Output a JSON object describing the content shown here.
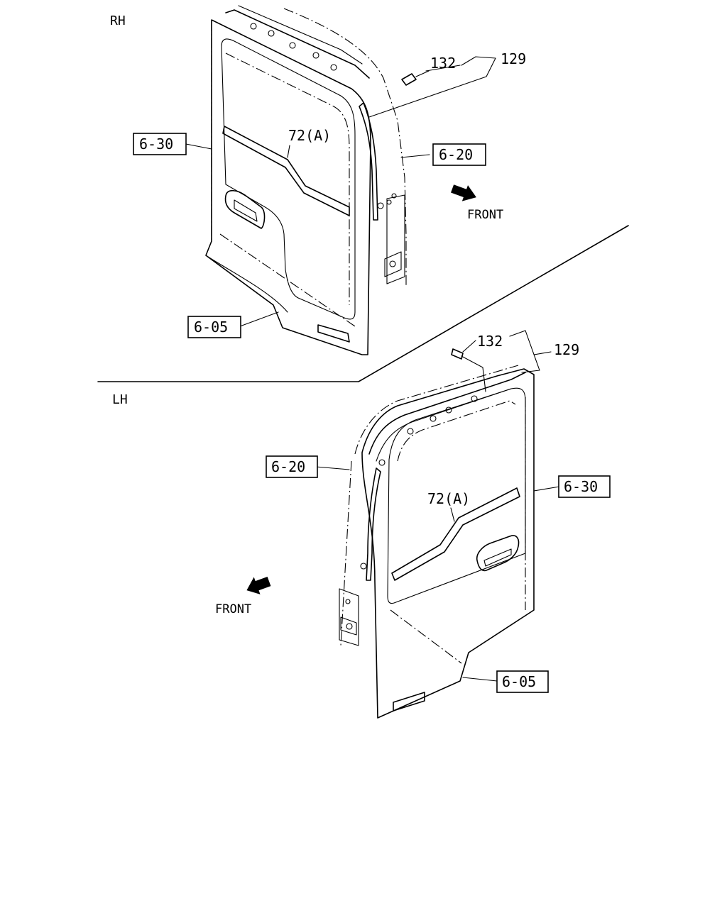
{
  "sections": {
    "rh": "RH",
    "lh": "LH"
  },
  "direction_label": "FRONT",
  "callouts": {
    "rh": {
      "door_panel": "6-30",
      "body_side": "6-20",
      "lower_panel": "6-05",
      "weatherstrip": "72(A)",
      "clip": "132",
      "moulding": "129"
    },
    "lh": {
      "door_panel": "6-30",
      "body_side": "6-20",
      "lower_panel": "6-05",
      "weatherstrip": "72(A)",
      "clip": "132",
      "moulding": "129"
    }
  }
}
